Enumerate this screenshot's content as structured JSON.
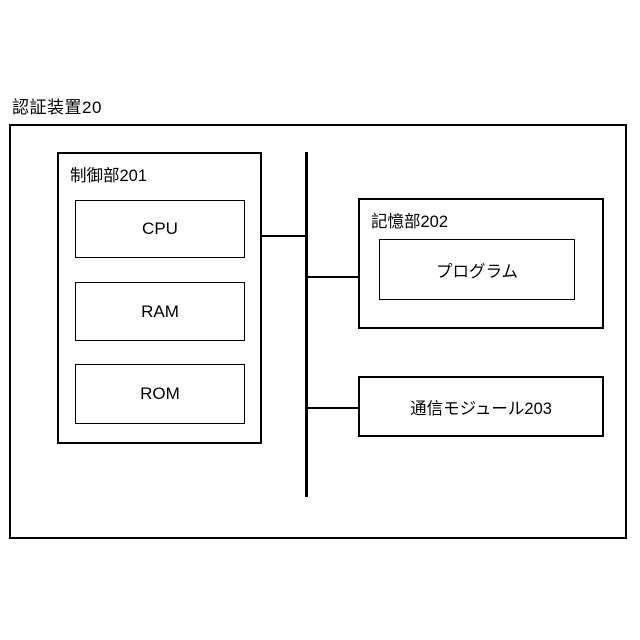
{
  "diagram": {
    "title": "認証装置20",
    "control_unit": {
      "label": "制御部201",
      "items": [
        {
          "label": "CPU"
        },
        {
          "label": "RAM"
        },
        {
          "label": "ROM"
        }
      ]
    },
    "storage_unit": {
      "label": "記憶部202",
      "items": [
        {
          "label": "プログラム"
        }
      ]
    },
    "comm_module": {
      "label": "通信モジュール203"
    },
    "colors": {
      "line": "#000000",
      "background": "#ffffff"
    }
  }
}
